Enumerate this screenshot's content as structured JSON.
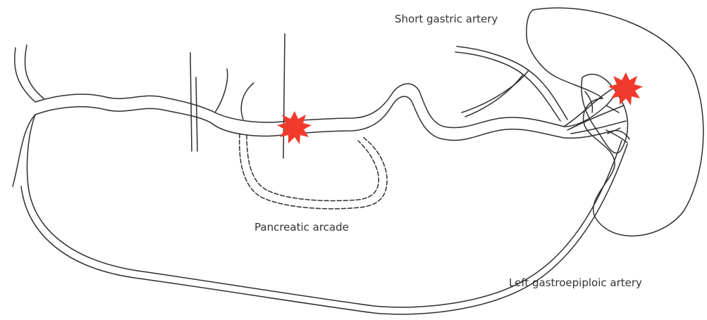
{
  "labels": {
    "short_gastric_artery": "Short gastric artery",
    "pancreatic_arcade": "Pancreatic arcade",
    "left_gastroepiploic_artery": "Left gastroepiploic artery"
  },
  "colors": {
    "vessel_stroke": "#2f2f2f",
    "bleeding_marker": "#ef3a2c",
    "label_text": "#333333"
  },
  "markers": [
    {
      "name": "bleeding-point-pancreatic"
    },
    {
      "name": "bleeding-point-splenic-hilum"
    }
  ]
}
